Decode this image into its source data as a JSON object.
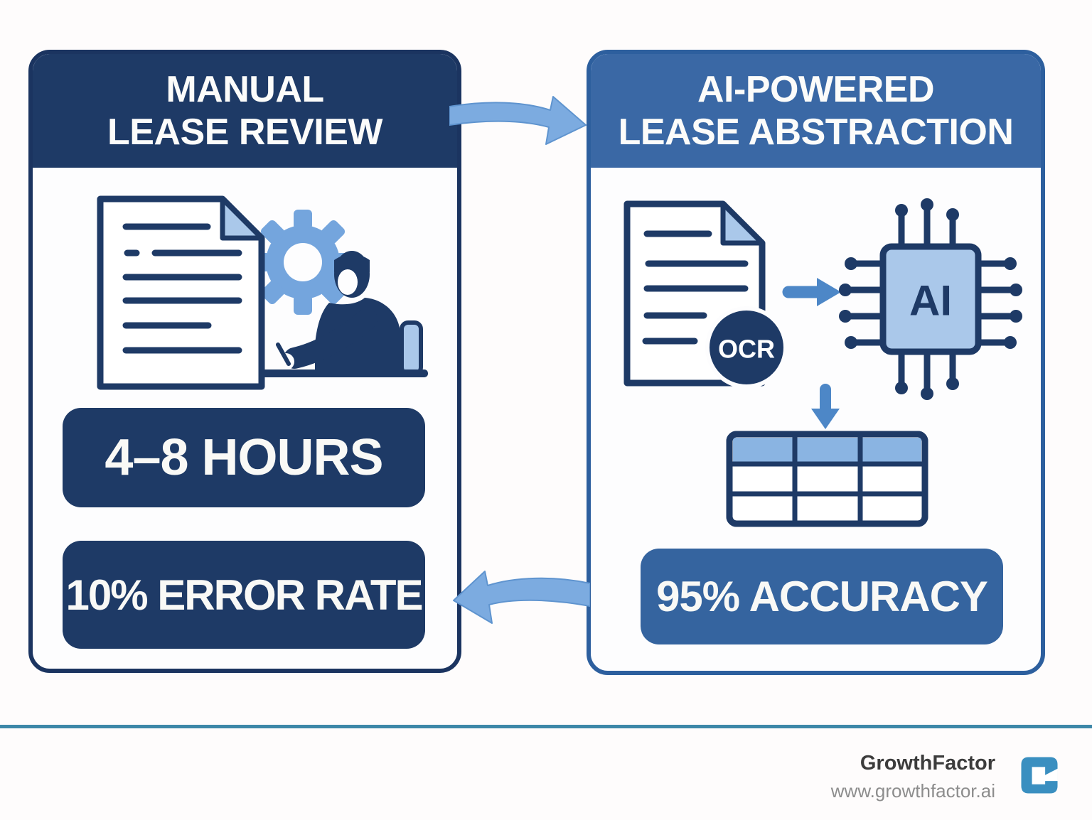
{
  "left_card": {
    "title_line1": "MANUAL",
    "title_line2": "LEASE REVIEW",
    "badges": [
      {
        "label": "4–8 HOURS"
      },
      {
        "label": "10% ERROR RATE"
      }
    ]
  },
  "right_card": {
    "title_line1": "AI-POWERED",
    "title_line2": "LEASE ABSTRACTION",
    "ocr_label": "OCR",
    "chip_label": "AI",
    "badge": "95% ACCURACY"
  },
  "footer": {
    "brand": "GrowthFactor",
    "url": "www.growthfactor.ai"
  },
  "icons": {
    "left_illustration": [
      "document-icon",
      "gear-icon",
      "person-writing-icon"
    ],
    "right_illustration": [
      "document-icon",
      "ocr-circle-icon",
      "arrow-right-icon",
      "ai-chip-icon",
      "arrow-down-icon",
      "table-icon"
    ],
    "flow": [
      "arrow-right-curved-icon",
      "arrow-left-curved-icon"
    ],
    "brand_logo": "growthfactor-g-logo"
  },
  "colors": {
    "bg": "#fefcfc",
    "card_bg": "#fdfdfe",
    "navy": "#1e3a66",
    "blue_header": "#3a68a5",
    "blue_badge": "#35649f",
    "card_border_left": "#1b3460",
    "card_border_right": "#2d5f9e",
    "light_blue": "#aac8ea",
    "gear_blue": "#74a5dd",
    "arrow_blue": "#7cabe0",
    "small_arrow_blue": "#4d87c7",
    "table_header_blue": "#8ab4e2",
    "divider_teal": "#3d87a8",
    "logo_teal": "#3a8fc0",
    "text_dark": "#3c3c3c",
    "text_gray": "#8d8d8d"
  }
}
